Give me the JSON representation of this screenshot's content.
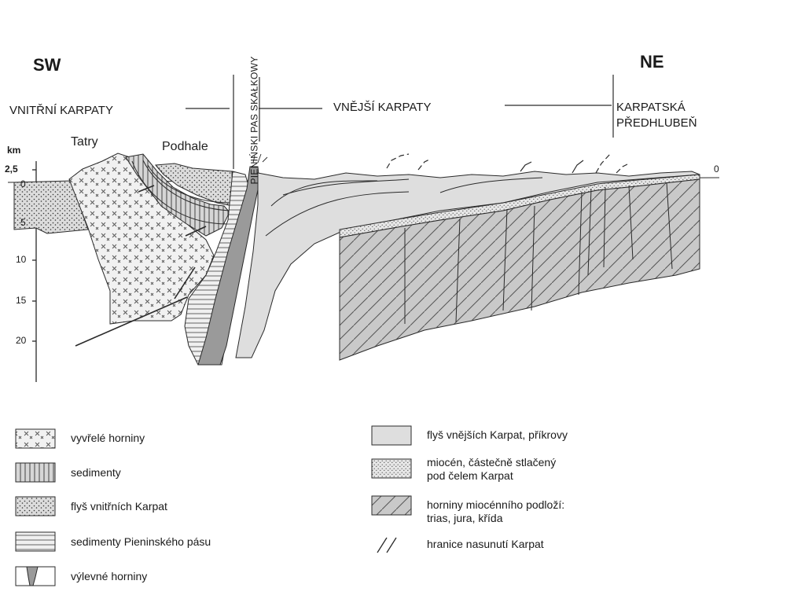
{
  "directions": {
    "left": "SW",
    "right": "NE"
  },
  "zones": {
    "inner": "VNITŘNÍ KARPATY",
    "outer": "VNĚJŠÍ KARPATY",
    "foredeep_line1": "KARPATSKÁ",
    "foredeep_line2": "PŘEDHLUBEŇ",
    "pieniny_vertical": "PIENIŃSKI PAS SKAŁKOWY"
  },
  "places": {
    "tatry": "Tatry",
    "podhale": "Podhale"
  },
  "axis": {
    "unit": "km",
    "ticks": [
      "2,5",
      "0",
      "5",
      "10",
      "15",
      "20"
    ],
    "right_zero": "0"
  },
  "legend_left": [
    {
      "pattern": "crosses",
      "text": "vyvřelé horniny"
    },
    {
      "pattern": "vertical",
      "text": "sedimenty"
    },
    {
      "pattern": "dots",
      "text": "flyš vnitřních Karpat"
    },
    {
      "pattern": "horizontal",
      "text": "sedimenty Pieninského pásu"
    },
    {
      "pattern": "volcanic",
      "text": "výlevné horniny"
    }
  ],
  "legend_right": [
    {
      "pattern": "light",
      "line1": "flyš vnějších Karpat, příkrovy",
      "line2": ""
    },
    {
      "pattern": "fine-dots",
      "line1": "miocén, částečně stlačený",
      "line2": "pod čelem Karpat"
    },
    {
      "pattern": "diagonal",
      "line1": "horniny miocénního podloží:",
      "line2": "trias, jura, křída"
    },
    {
      "pattern": "thrust",
      "line1": "hranice nasunutí Karpat",
      "line2": ""
    }
  ],
  "colors": {
    "line": "#2a2a2a",
    "flysch_outer": "#dedede",
    "volcanic": "#9a9a9a",
    "basement": "#c9c9c9",
    "miocene": "#e6e6e6",
    "granite": "#f1f1f1"
  }
}
